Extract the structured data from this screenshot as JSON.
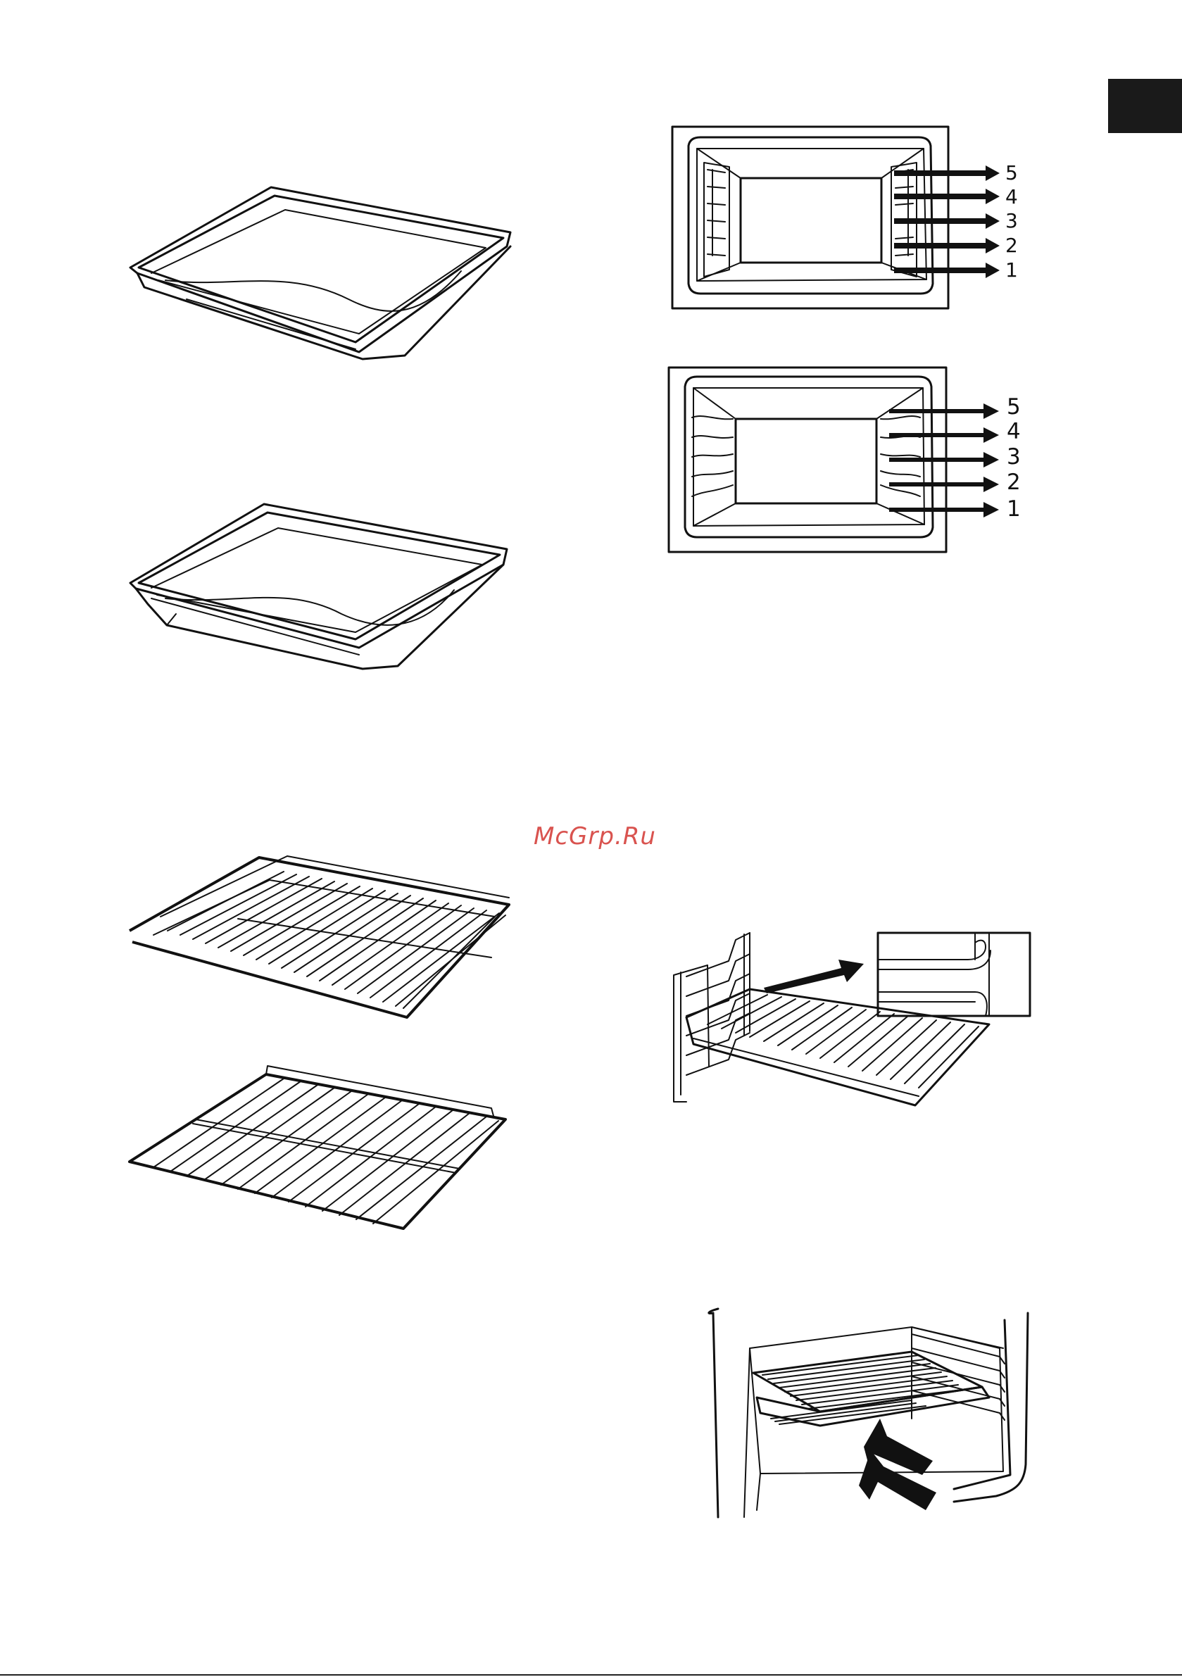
{
  "page": {
    "watermark": "McGrp.Ru",
    "accent_tab_color": "#1a1a1a",
    "watermark_color": "#d9534f"
  },
  "diagram_top": {
    "shelf_levels": [
      "5",
      "4",
      "3",
      "2",
      "1"
    ]
  },
  "diagram_bottom": {
    "shelf_levels": [
      "5",
      "4",
      "3",
      "2",
      "1"
    ]
  },
  "illustrations": [
    {
      "icon": "baking-tray-shallow-icon"
    },
    {
      "icon": "baking-tray-deep-icon"
    },
    {
      "icon": "wire-rack-icon"
    },
    {
      "icon": "wire-rack-flat-icon"
    },
    {
      "icon": "oven-cavity-wire-side-racks-icon"
    },
    {
      "icon": "oven-cavity-embossed-runners-icon"
    },
    {
      "icon": "rack-insertion-icon"
    },
    {
      "icon": "oven-rack-installed-icon"
    }
  ]
}
